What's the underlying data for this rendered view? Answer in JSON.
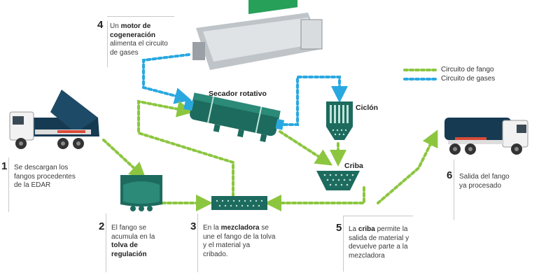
{
  "steps": [
    {
      "num": "1",
      "pre": "Se descargan los fangos procedentes de la EDAR",
      "bold": "",
      "post": ""
    },
    {
      "num": "2",
      "pre": "El fango se acumula en la ",
      "bold": "tolva de regulación",
      "post": ""
    },
    {
      "num": "3",
      "pre": "En la ",
      "bold": "mezcladora",
      "post": " se une el fango de la tolva y el material ya cribado."
    },
    {
      "num": "4",
      "pre": "Un ",
      "bold": "motor de cogeneración",
      "post": " alimenta el circuito de gases"
    },
    {
      "num": "5",
      "pre": "La ",
      "bold": "criba",
      "post": " permite la salida de material y devuelve parte a la mezcladora"
    },
    {
      "num": "6",
      "pre": "Salida del fango ya procesado",
      "bold": "",
      "post": ""
    }
  ],
  "labels": {
    "secador": "Secador rotativo",
    "ciclon": "Ciclón",
    "criba": "Criba"
  },
  "legend": {
    "fango": "Circuito de fango",
    "gases": "Circuito de gases"
  },
  "colors": {
    "fango": "#8cc63f",
    "gases": "#29a8e0",
    "teal": "#1d6b5e",
    "truck_blue": "#163a52"
  }
}
